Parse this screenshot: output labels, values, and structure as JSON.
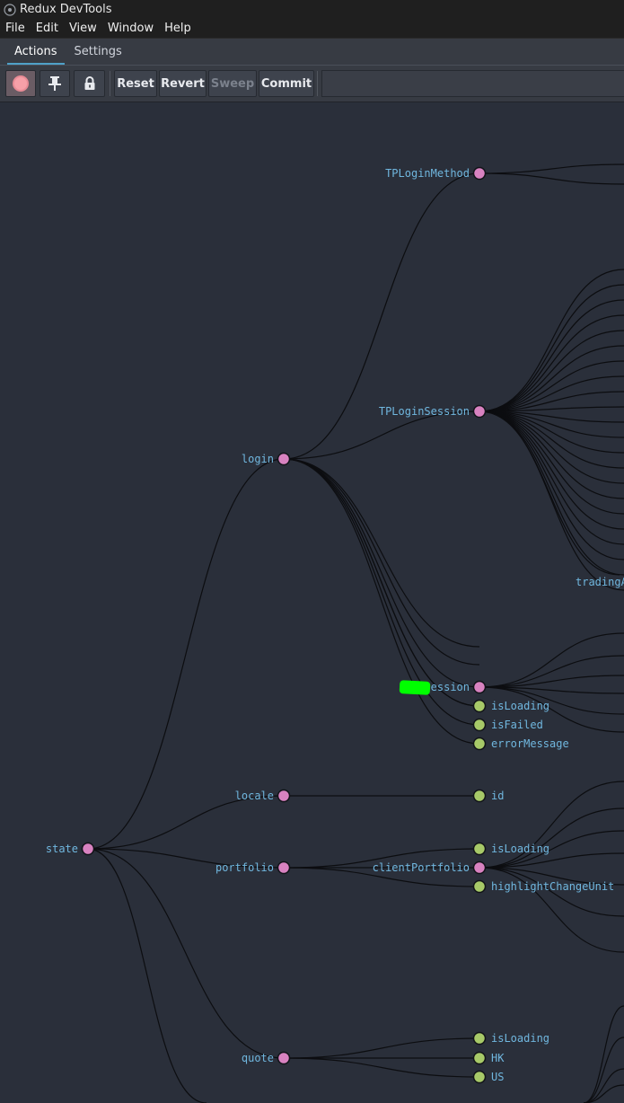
{
  "window": {
    "title": "Redux DevTools"
  },
  "menu": [
    "File",
    "Edit",
    "View",
    "Window",
    "Help"
  ],
  "tabs": [
    {
      "label": "Actions",
      "active": true
    },
    {
      "label": "Settings",
      "active": false
    }
  ],
  "toolbar": {
    "record_icon": "record-icon",
    "pin_icon": "pin-icon",
    "lock_icon": "lock-icon",
    "reset_label": "Reset",
    "revert_label": "Revert",
    "sweep_label": "Sweep",
    "commit_label": "Commit"
  },
  "colors": {
    "background": "#2a2f3a",
    "branch_node": "#d882c0",
    "leaf_node": "#a7c968",
    "label": "#70b7df",
    "link": "#0c0d10"
  },
  "tree": {
    "root": "state",
    "nodes": {
      "state": "state",
      "login": "login",
      "locale": "locale",
      "portfolio": "portfolio",
      "quote": "quote",
      "tp_login_method": "TPLoginMethod",
      "tp_login_session": "TPLoginSession",
      "trading_partial": "tradingA",
      "session_partial": "Session",
      "login_is_loading": "isLoading",
      "login_is_failed": "isFailed",
      "login_error_message": "errorMessage",
      "locale_id": "id",
      "portfolio_is_loading": "isLoading",
      "client_portfolio": "clientPortfolio",
      "highlight_change_unit": "highlightChangeUnit",
      "quote_is_loading": "isLoading",
      "quote_hk": "HK",
      "quote_us": "US"
    }
  }
}
